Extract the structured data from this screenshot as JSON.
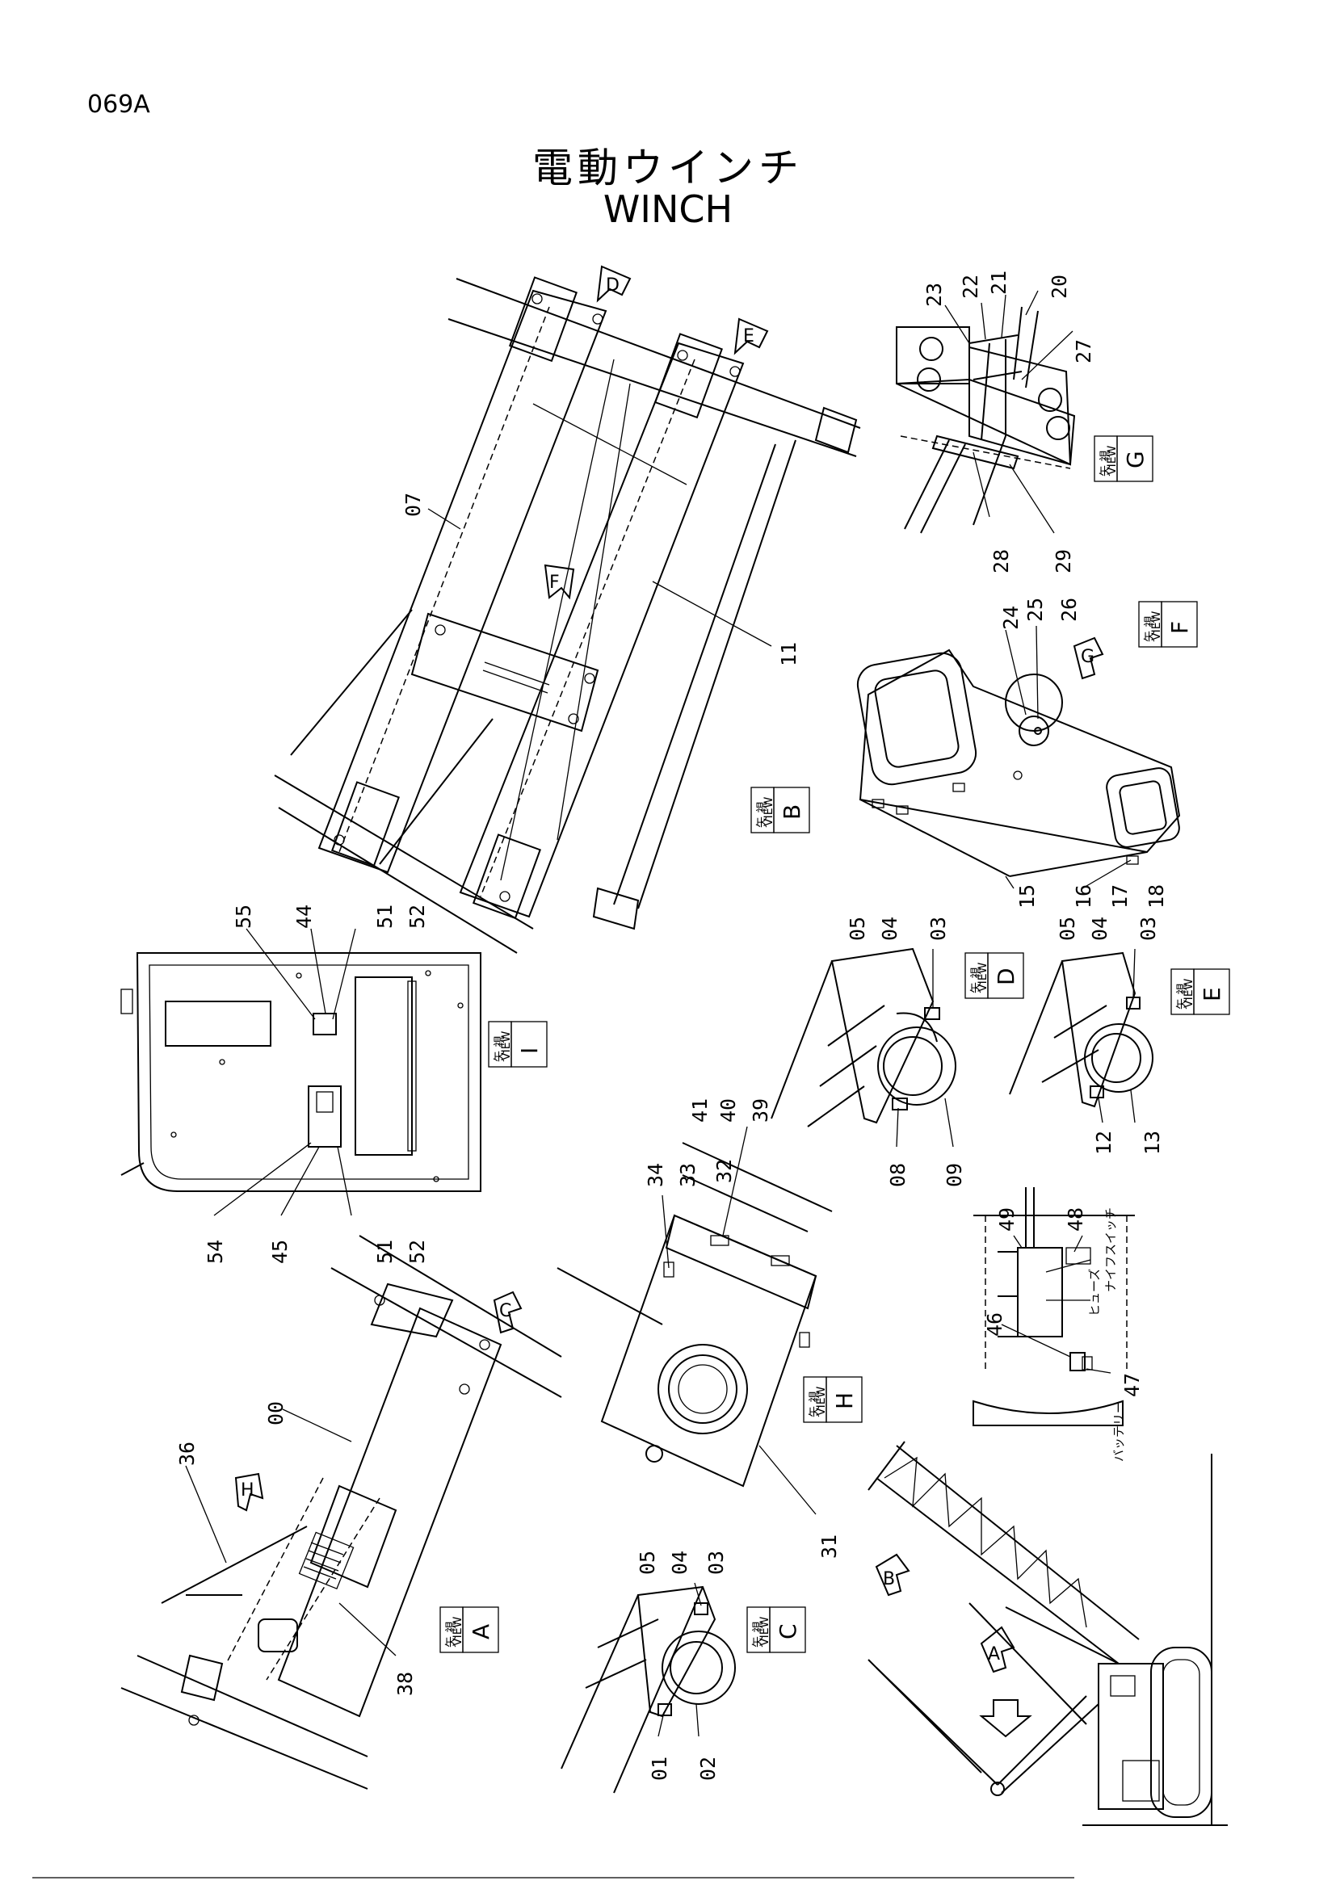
{
  "header": {
    "page_code": "069A",
    "title_jp": "電動ウインチ",
    "title_en": "WINCH"
  },
  "view_tag": {
    "kanji": "矢 視",
    "word": "VIEW"
  },
  "views": [
    {
      "id": "B",
      "letter": "B"
    },
    {
      "id": "G",
      "letter": "G"
    },
    {
      "id": "F",
      "letter": "F"
    },
    {
      "id": "I",
      "letter": "I"
    },
    {
      "id": "D",
      "letter": "D"
    },
    {
      "id": "E",
      "letter": "E"
    },
    {
      "id": "H",
      "letter": "H"
    },
    {
      "id": "A",
      "letter": "A"
    },
    {
      "id": "C",
      "letter": "C"
    }
  ],
  "arrows": [
    "D",
    "E",
    "F",
    "G",
    "C",
    "H",
    "B",
    "A"
  ],
  "callouts": {
    "b": [
      "07",
      "11"
    ],
    "g": [
      "23",
      "22",
      "21",
      "20",
      "27",
      "28",
      "29"
    ],
    "f": [
      "24",
      "25",
      "26",
      "15",
      "16",
      "17",
      "18"
    ],
    "i": [
      "55",
      "44",
      "51",
      "52",
      "54",
      "45",
      "51",
      "52"
    ],
    "d": [
      "05",
      "04",
      "03",
      "08",
      "09"
    ],
    "e": [
      "05",
      "04",
      "03",
      "12",
      "13"
    ],
    "h": [
      "34",
      "33",
      "32",
      "41",
      "40",
      "39",
      "31"
    ],
    "a": [
      "00",
      "36",
      "38"
    ],
    "c": [
      "05",
      "04",
      "03",
      "01",
      "02"
    ],
    "elec": [
      "49",
      "48",
      "46",
      "47"
    ]
  },
  "panel_labels": {
    "fuse": "ヒューズ",
    "knife_switch": "ナイフスイッチ",
    "battery": "バッテリー"
  }
}
